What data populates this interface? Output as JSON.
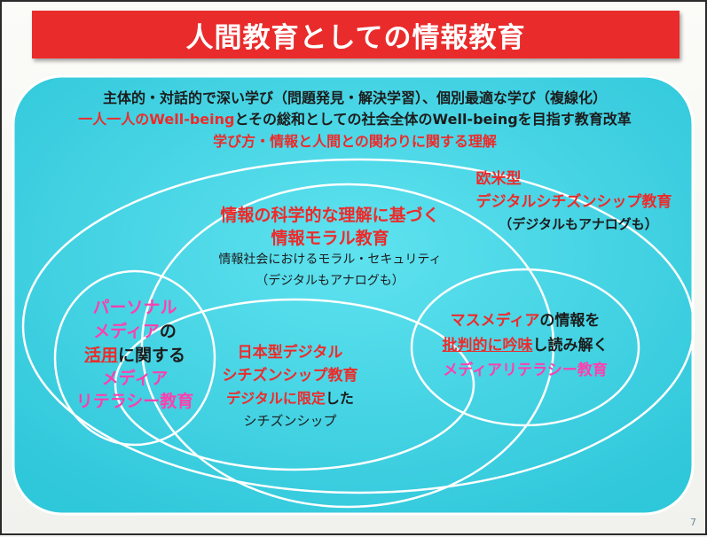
{
  "slide": {
    "title": "人間教育としての情報教育",
    "page_number": "7"
  },
  "outer": {
    "line1": "主体的・対話的で深い学び（問題発見・解決学習）、個別最適な学び（複線化）",
    "line2_part1": "一人一人のWell-being",
    "line2_part2": "とその総和としての社会全体のWell-beingを目指す教育改革",
    "line3": "学び方・情報と人間との関わりに関する理解"
  },
  "western": {
    "line1": "欧米型",
    "line2": "デジタルシチズンシップ教育",
    "line3": "（デジタルもアナログも）"
  },
  "moral": {
    "line1": "情報の科学的な理解に基づく",
    "line2": "情報モラル教育",
    "line3": "情報社会におけるモラル・セキュリティ",
    "line4": "（デジタルもアナログも）"
  },
  "personal": {
    "line1": "パーソナル",
    "line2_part1": "メディア",
    "line2_part2": "の",
    "line3_part1": "活用",
    "line3_part2": "に関する",
    "line4": "メディア",
    "line5": "リテラシー教育"
  },
  "japan": {
    "line1": "日本型デジタル",
    "line2": "シチズンシップ教育",
    "line3_part1": "デジタルに限定",
    "line3_part2": "した",
    "line4": "シチズンシップ"
  },
  "mass": {
    "line1_part1": "マスメディア",
    "line1_part2": "の情報を",
    "line2_part1": "批判的に吟味",
    "line2_part2": "し読み解く",
    "line3": "メディアリテラシー教育"
  },
  "colors": {
    "title_red": "#ea2b2b",
    "red_text": "#ee2a2a",
    "pink_text": "#ff3fae",
    "cyan_fill": "#3fd3e4",
    "outline": "#ffffff"
  }
}
